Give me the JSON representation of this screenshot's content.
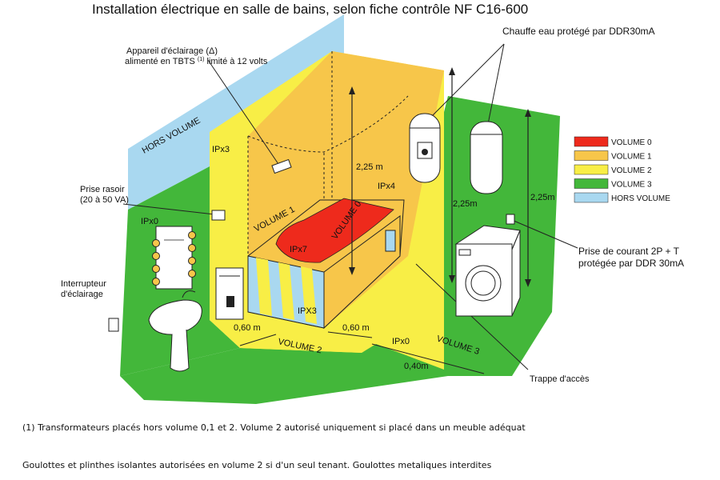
{
  "title": "Installation électrique en salle de bains, selon fiche contrôle NF C16-600",
  "labels": {
    "chauffe_eau": "Chauffe eau protégé par DDR30mA",
    "appareil_line1": "Appareil d'éclairage (Δ)",
    "appareil_line2": "alimenté en TBTS",
    "appareil_sup": "(1)",
    "appareil_line2b": "limité à 12 volts",
    "hors_volume": "HORS VOLUME",
    "prise_rasoir_line1": "Prise rasoir",
    "prise_rasoir_line2": "(20 à 50 VA)",
    "interrupteur_line1": "Interrupteur",
    "interrupteur_line2": "d'éclairage",
    "prise_courant_line1": "Prise de courant 2P + T",
    "prise_courant_line2": "protégée par DDR 30mA",
    "trappe": "Trappe d'accès",
    "volume_0": "VOLUME 0",
    "volume_1": "VOLUME 1",
    "volume_2": "VOLUME 2",
    "volume_3": "VOLUME 3",
    "ipx3_top": "IPx3",
    "ipx4": "IPx4",
    "ipx0_left": "IPx0",
    "ipx7": "IPx7",
    "ipx3_bath": "IPX3",
    "ipx0_floor": "IPx0",
    "dim_225_a": "2,25 m",
    "dim_225_b": "2,25m",
    "dim_225_c": "2,25m",
    "dim_060_a": "0,60 m",
    "dim_060_b": "0,60 m",
    "dim_040": "0,40m"
  },
  "legend": [
    {
      "label": "VOLUME 0",
      "color": "#ee2a1c"
    },
    {
      "label": "VOLUME 1",
      "color": "#f7c64a"
    },
    {
      "label": "VOLUME 2",
      "color": "#f8ee46"
    },
    {
      "label": "VOLUME 3",
      "color": "#43b73a"
    },
    {
      "label": "HORS VOLUME",
      "color": "#a9d8f0"
    }
  ],
  "footnotes": {
    "note1": "(1) Transformateurs placés hors volume 0,1 et 2. Volume 2 autorisé uniquement si placé dans un meuble adéquat",
    "note2": "Goulottes et plinthes isolantes autorisées en volume 2 si d'un seul tenant. Goulottes metaliques interdites"
  },
  "colors": {
    "volume0": "#ee2a1c",
    "volume1": "#f7c64a",
    "volume2": "#f8ee46",
    "volume3": "#43b73a",
    "hors_volume": "#a9d8f0"
  }
}
